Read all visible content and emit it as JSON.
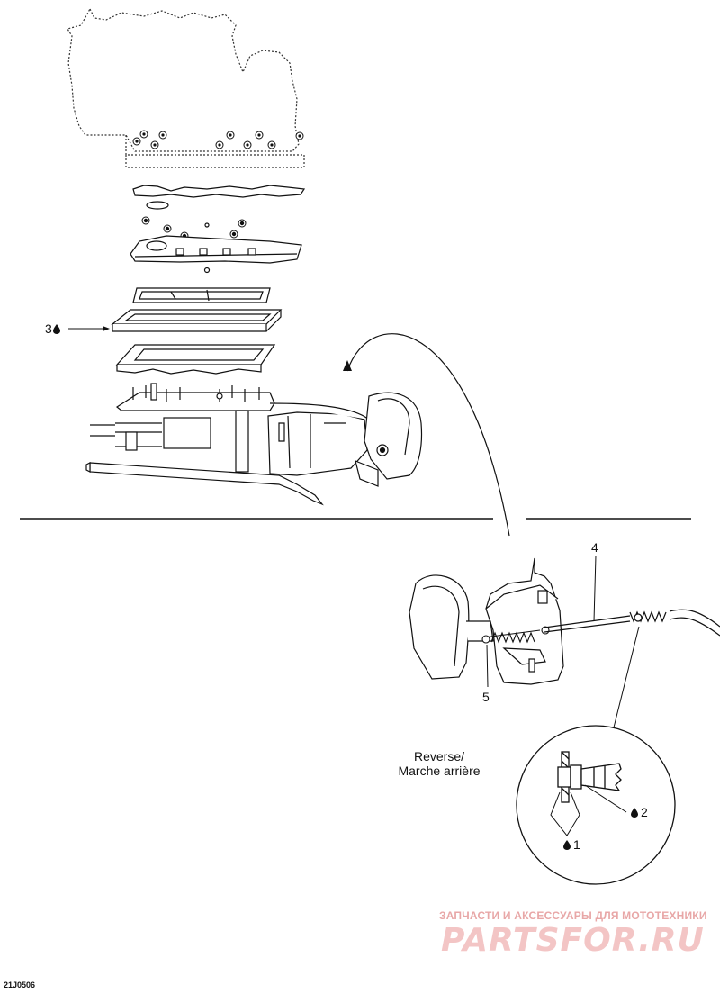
{
  "callouts": {
    "c3": "3",
    "c4": "4",
    "c5": "5",
    "c2": "2",
    "c1": "1"
  },
  "reverse_label": {
    "line1": "Reverse/",
    "line2": "Marche arrière"
  },
  "figure_code": "21J0506",
  "watermark": {
    "top_text": "ЗАПЧАСТИ И АКСЕССУАРЫ ДЛЯ МОТОТЕХНИКИ",
    "logo_text": "PARTSFOR.RU"
  },
  "icons": {
    "lubricant": "drop-icon"
  },
  "colors": {
    "line": "#111111",
    "watermark": "#e8a7a7"
  }
}
